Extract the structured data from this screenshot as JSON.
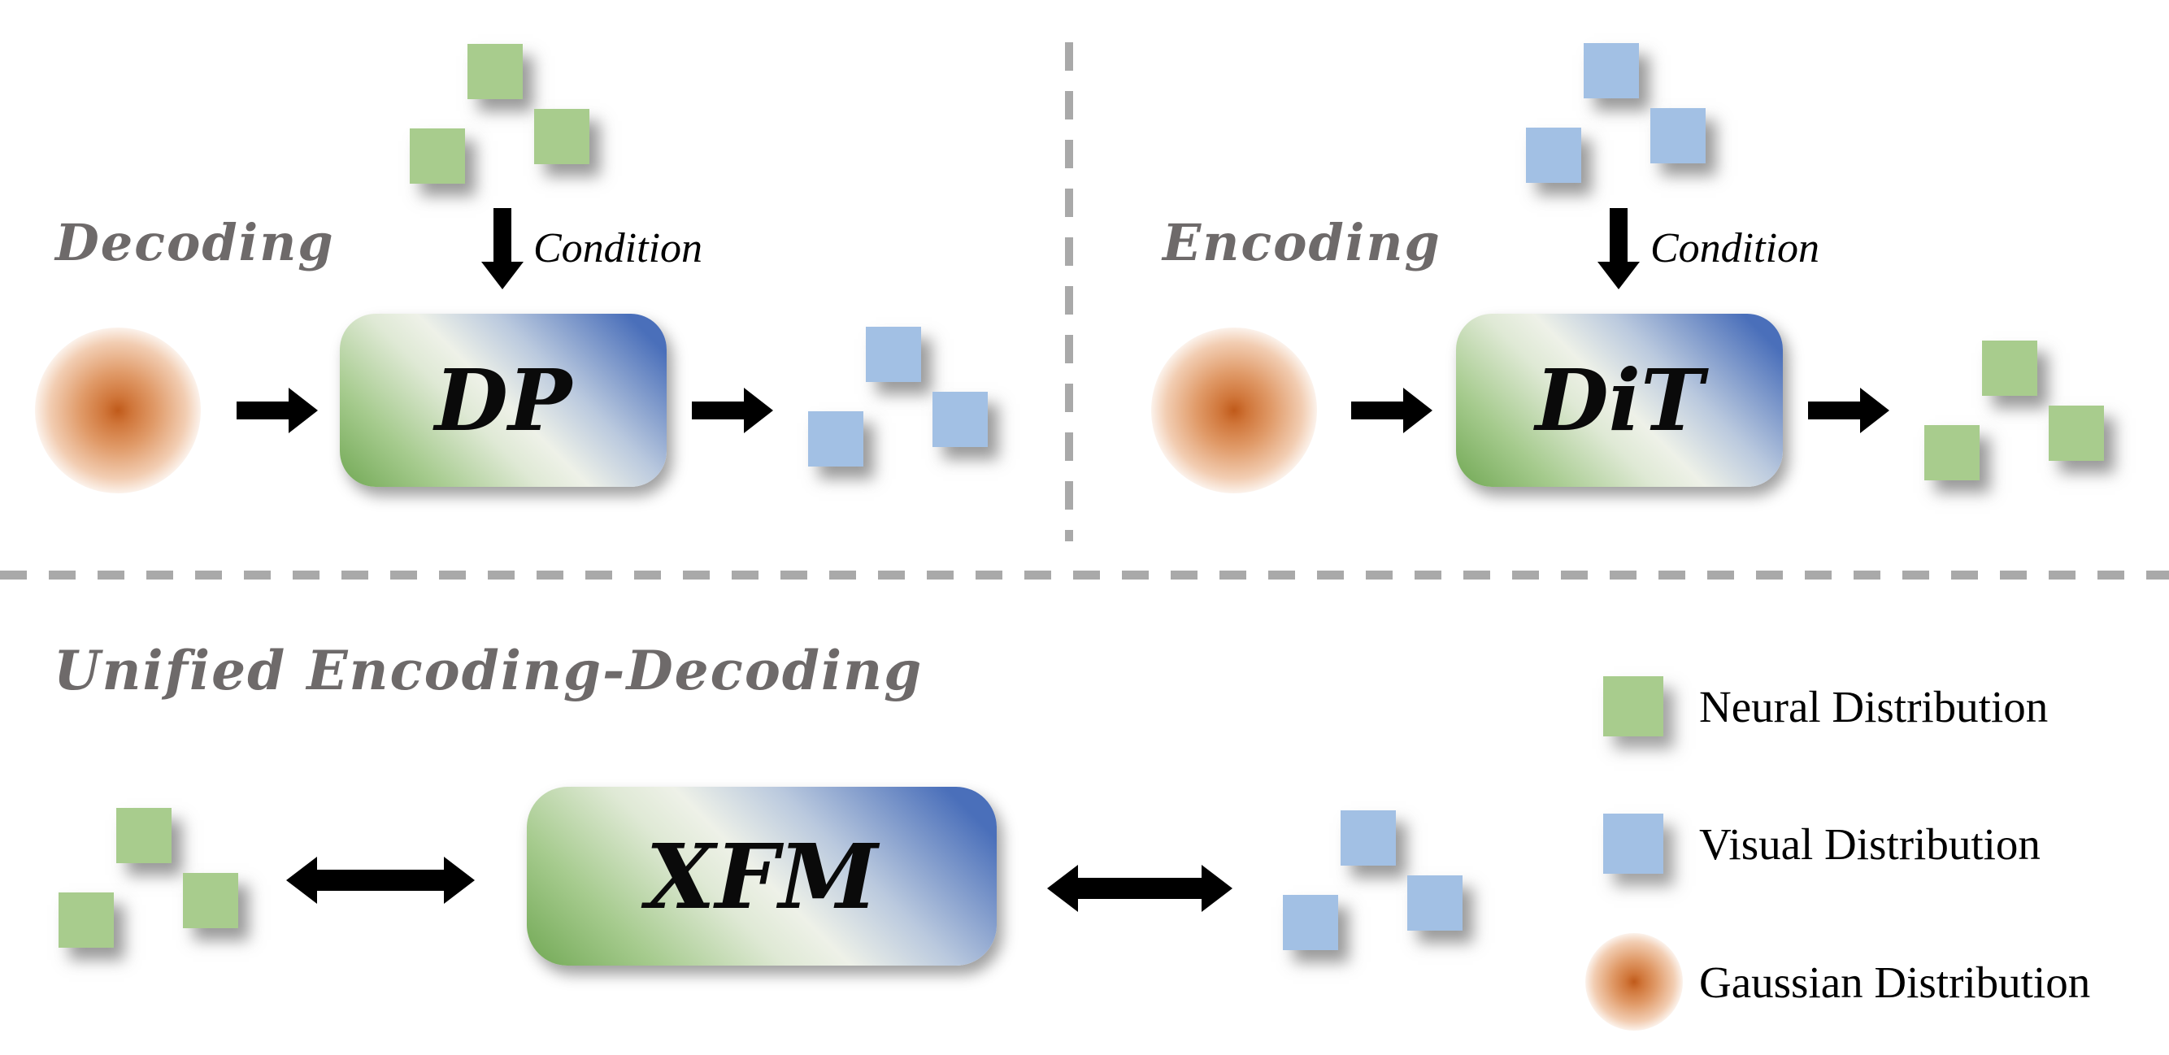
{
  "colors": {
    "neural-green": "#a8cc8d",
    "visual-blue": "#a2c0e4",
    "gaussian-core": "#c05a1a",
    "label-gray": "#6e6a6a",
    "dash-gray": "#a9a9a9",
    "box-green": "#71a854",
    "box-blue": "#4a6fba",
    "arrow-black": "#000000"
  },
  "panels": {
    "decoding": {
      "title": "Decoding",
      "condition_label": "Condition",
      "box_label": "DP",
      "input": "Gaussian Distribution",
      "condition_tokens": "Neural Distribution",
      "output_tokens": "Visual Distribution"
    },
    "encoding": {
      "title": "Encoding",
      "condition_label": "Condition",
      "box_label": "DiT",
      "input": "Gaussian Distribution",
      "condition_tokens": "Visual Distribution",
      "output_tokens": "Neural Distribution"
    },
    "unified": {
      "title": "Unified Encoding-Decoding",
      "box_label": "XFM",
      "left_tokens": "Neural Distribution",
      "right_tokens": "Visual Distribution"
    }
  },
  "legend": {
    "items": [
      {
        "swatch": "neural-square",
        "label": "Neural Distribution"
      },
      {
        "swatch": "visual-square",
        "label": "Visual Distribution"
      },
      {
        "swatch": "gaussian-blob",
        "label": "Gaussian Distribution"
      }
    ]
  }
}
